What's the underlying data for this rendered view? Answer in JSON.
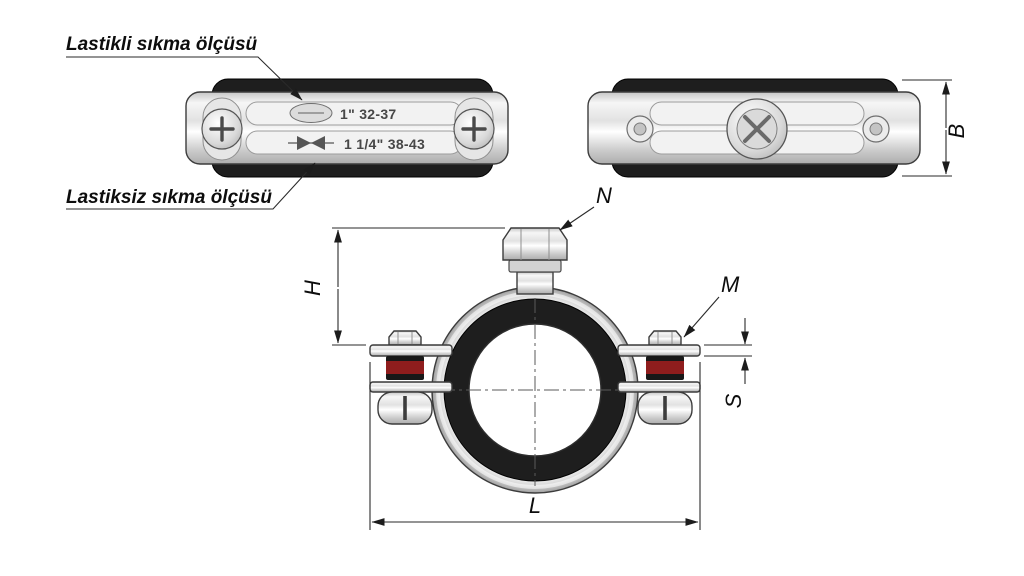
{
  "title": "Pipe clamp technical drawing",
  "callouts": {
    "with_rubber": "Lastikli sıkma ölçüsü",
    "without_rubber": "Lastiksiz sıkma ölçüsü"
  },
  "band_markings": {
    "with_rubber": "1\" 32-37",
    "without_rubber": "1 1/4\" 38-43"
  },
  "dimension_labels": {
    "width": "B",
    "height": "H",
    "length": "L",
    "plate_thickness": "S",
    "nut": "N",
    "bolt": "M"
  },
  "colors": {
    "background": "#ffffff",
    "line": "#2a2a2a",
    "rubber": "#1e1e1e",
    "metal_light": "#f6f6f6",
    "metal_dark": "#adadad",
    "washer_red": "#8f1d1d"
  }
}
